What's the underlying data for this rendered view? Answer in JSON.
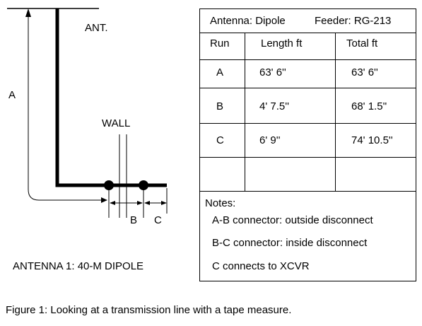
{
  "diagram": {
    "label_a": "A",
    "label_ant": "ANT.",
    "label_wall": "WALL",
    "label_b": "B",
    "label_c": "C",
    "caption": "ANTENNA 1:  40-M DIPOLE"
  },
  "table": {
    "antenna": "Antenna:  Dipole",
    "feeder": "Feeder:  RG-213",
    "headers": {
      "run": "Run",
      "length": "Length ft",
      "total": "Total ft"
    },
    "rows": [
      {
        "run": "A",
        "length": "63' 6''",
        "total": "63' 6''"
      },
      {
        "run": "B",
        "length": "4' 7.5''",
        "total": "68' 1.5''"
      },
      {
        "run": "C",
        "length": "6' 9''",
        "total": "74' 10.5''"
      },
      {
        "run": "",
        "length": "",
        "total": ""
      }
    ],
    "notes_title": "Notes:",
    "notes": [
      "A-B connector:  outside disconnect",
      "B-C connector:  inside disconnect",
      "C connects to XCVR"
    ]
  },
  "figure_caption": "Figure 1:  Looking at a transmission line with a tape measure."
}
